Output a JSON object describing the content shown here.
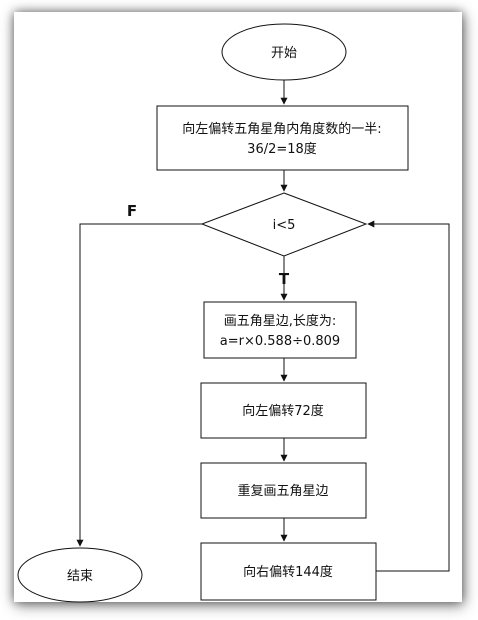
{
  "diagram": {
    "nodes": {
      "start": "开始",
      "rotate_init_line1": "向左偏转五角星角内角度数的一半:",
      "rotate_init_line2": "36/2=18度",
      "loop_cond": "i<5",
      "draw_edge_line1": "画五角星边,长度为:",
      "draw_edge_line2": "a=r×0.588÷0.809",
      "turn_left_72": "向左偏转72度",
      "repeat_edge": "重复画五角星边",
      "turn_right_144": "向右偏转144度",
      "end": "结束"
    },
    "edge_labels": {
      "true_label": "T",
      "false_label": "F"
    }
  },
  "colors": {
    "stroke": "#111111",
    "fill": "#ffffff"
  }
}
